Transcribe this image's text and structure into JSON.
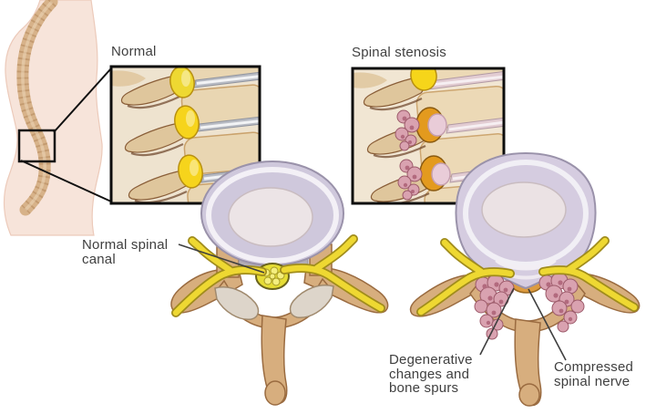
{
  "figure": {
    "title_labels": {
      "normal_inset": "Normal",
      "stenosis_inset": "Spinal stenosis"
    },
    "annotations": {
      "normal_canal": "Normal spinal\ncanal",
      "degenerative": "Degenerative\nchanges and\nbone spurs",
      "compressed": "Compressed\nspinal nerve"
    },
    "colors": {
      "label_text": "#3f3f3f",
      "outline_black": "#111111",
      "skin": "#f7e4da",
      "skin_edge": "#eccaba",
      "spine_tan": "#d7b289",
      "bone_tan": "#d7ae7e",
      "bone_outline": "#96643a",
      "disc_lavender": "#cfc8dc",
      "disc_nucleus": "#ece4e6",
      "disc_rim_white": "#f6f4f8",
      "nerve_yellow": "#eed832",
      "nerve_outline": "#a08c1c",
      "canal_yellow": "#e6dd35",
      "canal_outline": "#6b641c",
      "inset_bg": "#eee3cf",
      "inset_body_cream": "#e9d6b2",
      "inset_disc_gray": "#b9bcc4",
      "stenosis_disc_pink": "#e2ccd2",
      "pinched_nerve_orange": "#e39a1e",
      "compressed_nerve_orange": "#dd9b3f",
      "spur_pink": "#d9a2b0",
      "spur_spot": "#b26a7e",
      "facet_gray": "#ddd5ca"
    }
  }
}
